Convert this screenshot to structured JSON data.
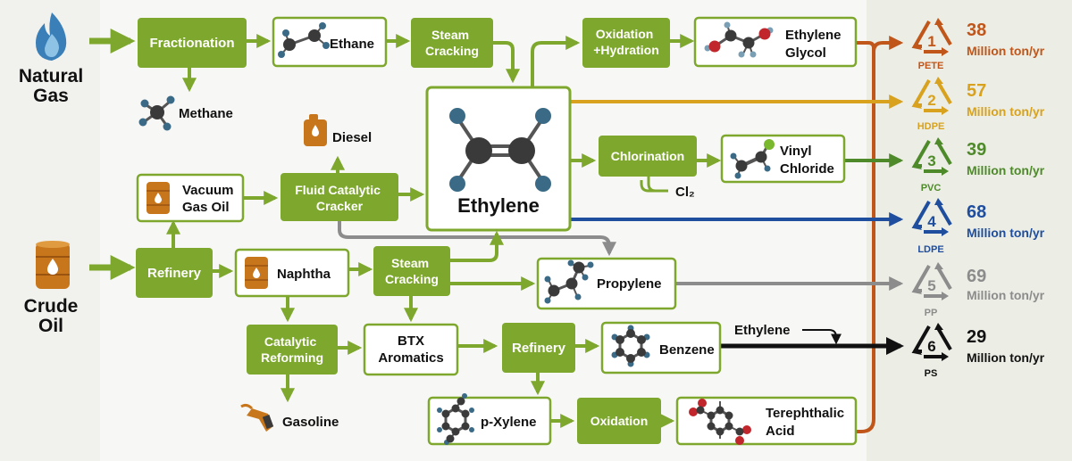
{
  "sources": {
    "natural_gas": [
      "Natural",
      "Gas"
    ],
    "crude_oil": [
      "Crude",
      "Oil"
    ]
  },
  "process_boxes": {
    "fractionation": [
      "Fractionation"
    ],
    "steam_cracking_top": [
      "Steam",
      "Cracking"
    ],
    "oxidation_hydration": [
      "Oxidation",
      "+Hydration"
    ],
    "fluid_catalytic_cracker": [
      "Fluid Catalytic",
      "Cracker"
    ],
    "chlorination": [
      "Chlorination"
    ],
    "refinery_left": [
      "Refinery"
    ],
    "steam_cracking_mid": [
      "Steam",
      "Cracking"
    ],
    "catalytic_reforming": [
      "Catalytic",
      "Reforming"
    ],
    "refinery_mid": [
      "Refinery"
    ],
    "oxidation_bottom": [
      "Oxidation"
    ]
  },
  "product_boxes": {
    "ethane": [
      "Ethane"
    ],
    "ethylene_glycol": [
      "Ethylene",
      "Glycol"
    ],
    "vacuum_gas_oil": [
      "Vacuum",
      "Gas Oil"
    ],
    "vinyl_chloride": [
      "Vinyl",
      "Chloride"
    ],
    "naphtha": [
      "Naphtha"
    ],
    "propylene": [
      "Propylene"
    ],
    "btx_aromatics": [
      "BTX",
      "Aromatics"
    ],
    "benzene": [
      "Benzene"
    ],
    "p_xylene": [
      "p-Xylene"
    ],
    "terephthalic_acid": [
      "Terephthalic",
      "Acid"
    ]
  },
  "center": {
    "label": "Ethylene"
  },
  "free_labels": {
    "methane": "Methane",
    "diesel": "Diesel",
    "cl2": "Cl₂",
    "gasoline": "Gasoline",
    "ethylene_input": "Ethylene"
  },
  "plastics": [
    {
      "code": "1",
      "abbr": "PETE",
      "value": "38",
      "unit": "Million ton/yr",
      "color": "#c0561a"
    },
    {
      "code": "2",
      "abbr": "HDPE",
      "value": "57",
      "unit": "Million ton/yr",
      "color": "#d8a21e"
    },
    {
      "code": "3",
      "abbr": "PVC",
      "value": "39",
      "unit": "Million ton/yr",
      "color": "#4e8a2a"
    },
    {
      "code": "4",
      "abbr": "LDPE",
      "value": "68",
      "unit": "Million ton/yr",
      "color": "#1f4e9e"
    },
    {
      "code": "5",
      "abbr": "PP",
      "value": "69",
      "unit": "Million ton/yr",
      "color": "#8c8c8c"
    },
    {
      "code": "6",
      "abbr": "PS",
      "value": "29",
      "unit": "Million ton/yr",
      "color": "#111111"
    }
  ],
  "colors": {
    "process_green": "#7ea82d",
    "arrow_green": "#7ea82d",
    "panel_bg": "#f1f1ee",
    "panel_right": "#ecede5",
    "barrel_orange": "#c8761c",
    "flame_blue": "#3a7fb7",
    "pete_line": "#c0561a",
    "hdpe_line": "#d8a21e",
    "pvc_line": "#4e8a2a",
    "ldpe_line": "#1f4e9e",
    "pp_line": "#8c8c8c",
    "ps_line": "#111111"
  },
  "icons": {
    "natural_gas": "flame-icon",
    "crude_oil": "oil-barrel-icon",
    "diesel": "fuel-can-icon",
    "gasoline": "fuel-nozzle-icon",
    "recycle": "recycling-triangle-icon",
    "molecules": "ball-and-stick-molecule-icon"
  }
}
